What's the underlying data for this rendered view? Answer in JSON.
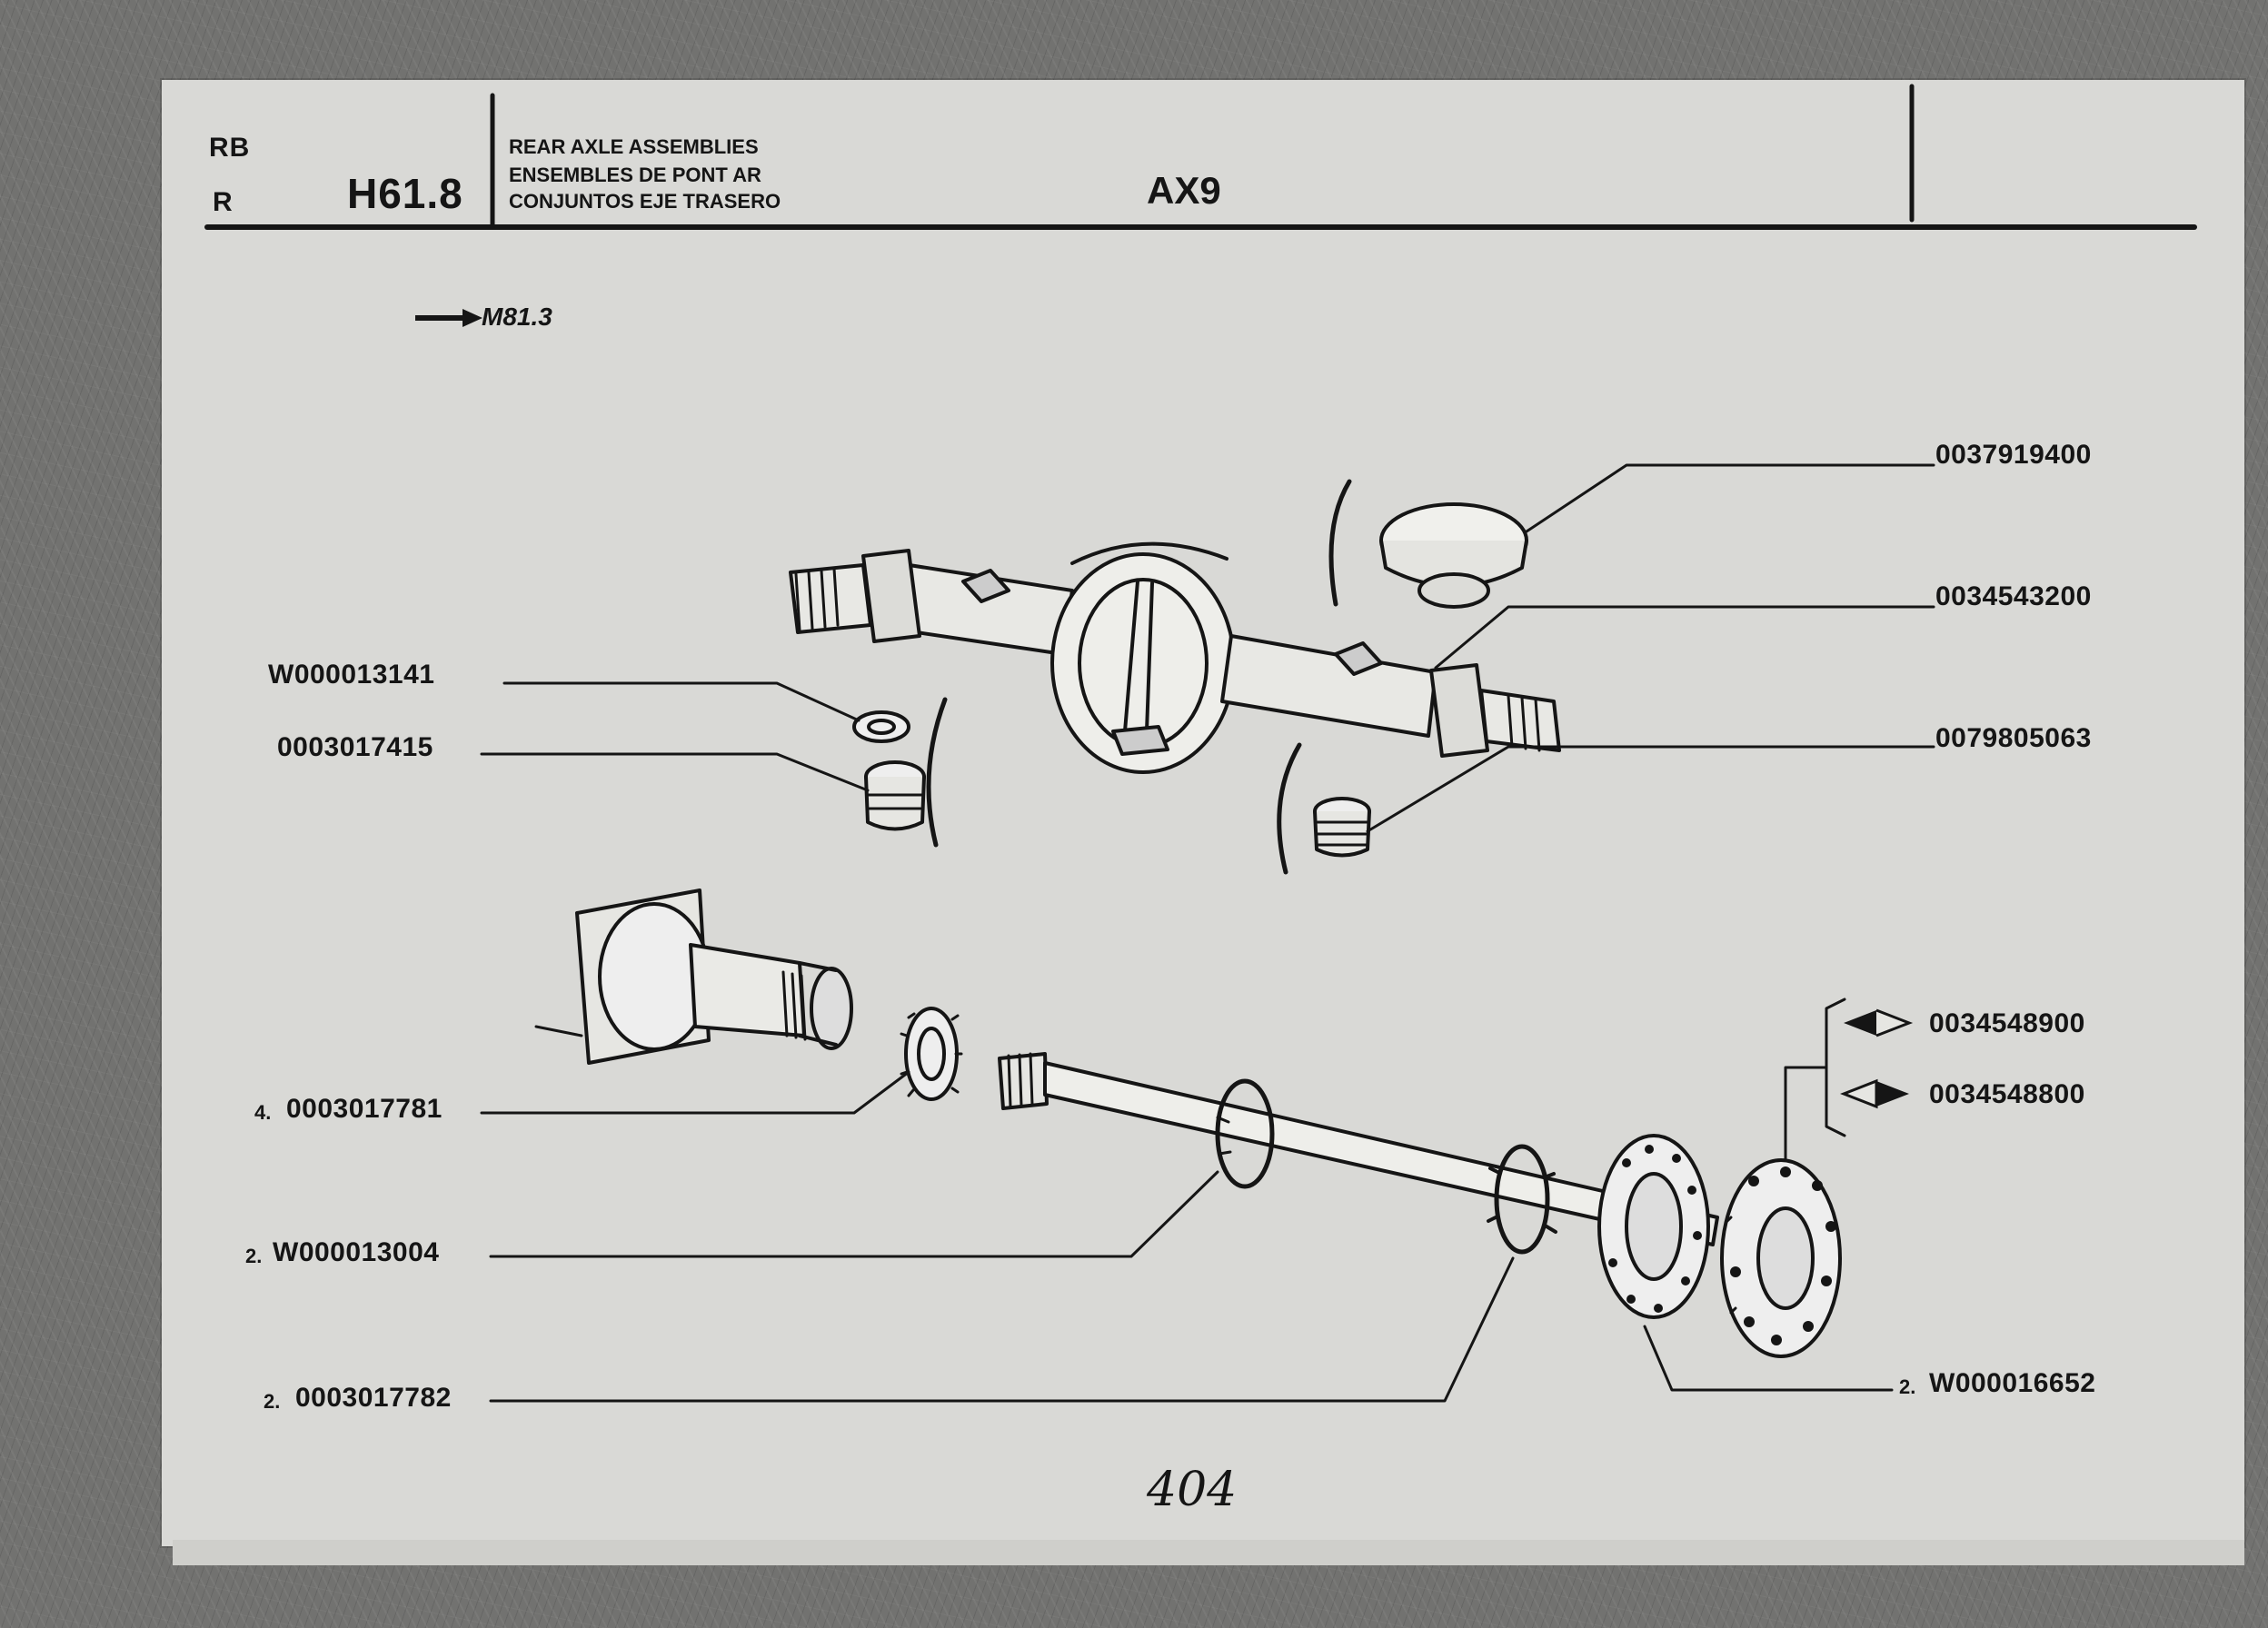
{
  "header": {
    "lang_codes": [
      "RB",
      "R"
    ],
    "section_code": "H61.8",
    "titles": [
      "REAR AXLE ASSEMBLIES",
      "ENSEMBLES DE PONT AR",
      "CONJUNTOS EJE TRASERO"
    ],
    "model": "AX9"
  },
  "reference": {
    "arrow_icon": "right-arrow-icon",
    "code": "M81.3"
  },
  "parts": [
    {
      "qty": "",
      "number": "0037919400"
    },
    {
      "qty": "",
      "number": "0034543200"
    },
    {
      "qty": "",
      "number": "W000013141"
    },
    {
      "qty": "",
      "number": "0003017415"
    },
    {
      "qty": "",
      "number": "0079805063"
    },
    {
      "qty": "",
      "number": "0034548900"
    },
    {
      "qty": "",
      "number": "0034548800"
    },
    {
      "qty": "4.",
      "number": "0003017781"
    },
    {
      "qty": "2.",
      "number": "W000013004"
    },
    {
      "qty": "2.",
      "number": "0003017782"
    },
    {
      "qty": "2.",
      "number": "W000016652"
    }
  ],
  "variant_icons": [
    "left-variant-icon",
    "right-variant-icon"
  ],
  "page_number": "404",
  "colors": {
    "ink": "#151515",
    "paper": "#d9d9d6",
    "backdrop": "#727270"
  }
}
